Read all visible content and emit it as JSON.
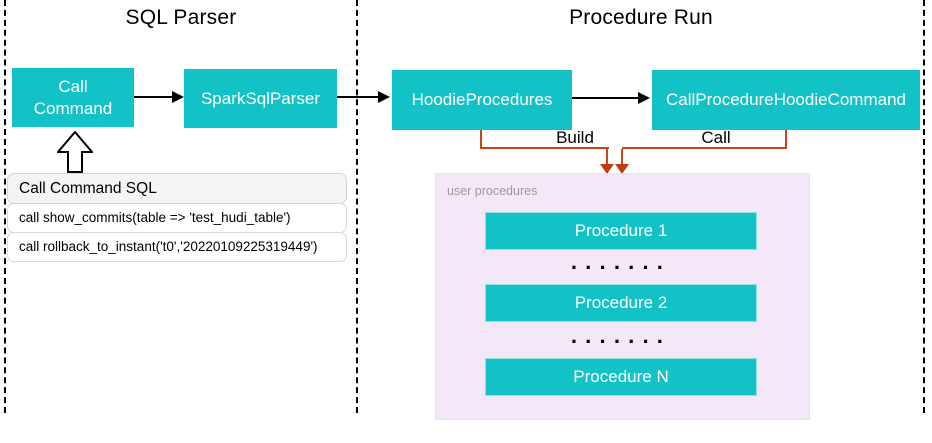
{
  "diagram": {
    "sections": {
      "sql_parser": {
        "title": "SQL Parser"
      },
      "procedure_run": {
        "title": "Procedure Run"
      }
    },
    "nodes": {
      "call_command": {
        "label": "Call Command"
      },
      "spark_sql_parser": {
        "label": "SparkSqlParser"
      },
      "hoodie_procedures": {
        "label": "HoodieProcedures"
      },
      "call_procedure_hoodie_command": {
        "label": "CallProcedureHoodieCommand"
      }
    },
    "connectors": {
      "build": {
        "label": "Build"
      },
      "call": {
        "label": "Call"
      }
    },
    "sql_table": {
      "header": "Call Command SQL",
      "rows": [
        "call show_commits(table => 'test_hudi_table')",
        "call rollback_to_instant('t0','20220109225319449')"
      ]
    },
    "user_procedures": {
      "label": "user procedures",
      "items": [
        {
          "label": "Procedure 1"
        },
        {
          "label": "Procedure 2"
        },
        {
          "label": "Procedure N"
        }
      ],
      "ellipsis": "·······"
    },
    "colors": {
      "node_teal": "#13c2c6",
      "node_text": "#ffffff",
      "connector_orange": "#cc4517",
      "arrowhead_red": "#c43a0d",
      "panel_lavender": "#f4e8f8",
      "panel_label_gray": "#9a9a9a",
      "line_black": "#000000",
      "table_header_bg": "#f4f4f4",
      "table_border": "#d8d8d8"
    }
  }
}
